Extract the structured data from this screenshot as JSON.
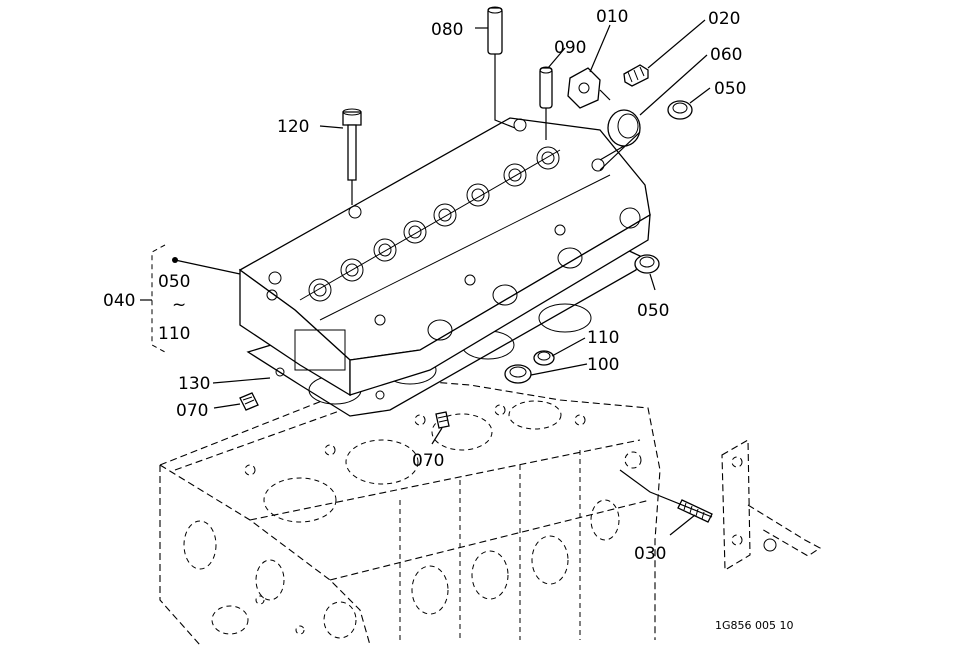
{
  "diagram": {
    "labels": {
      "p080": "080",
      "p010": "010",
      "p020": "020",
      "p090": "090",
      "p060": "060",
      "p050_top": "050",
      "p120": "120",
      "p040": "040",
      "p040_range_start": "050",
      "p040_range_sep": "~",
      "p040_range_end": "110",
      "p050_right": "050",
      "p110": "110",
      "p100": "100",
      "p130": "130",
      "p070_left": "070",
      "p070_mid": "070",
      "p030": "030"
    },
    "figure_code": "1G856 005 10"
  }
}
